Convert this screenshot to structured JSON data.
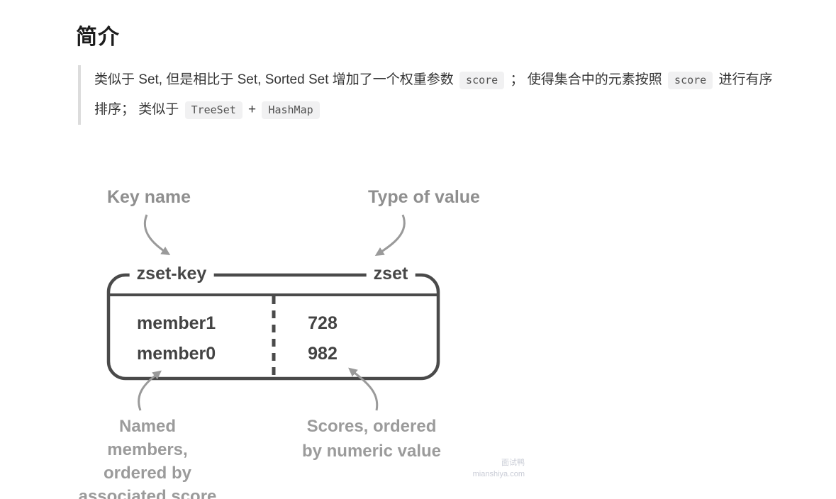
{
  "heading": {
    "text": "简介"
  },
  "intro": {
    "lines": [
      {
        "segments": [
          {
            "type": "text",
            "v": "类似于 Set, 但是相比于 Set, Sorted Set 增加了一个权重参数 "
          },
          {
            "type": "code",
            "v": "score"
          },
          {
            "type": "text",
            "v": " ； 使得集合中的元素按照 "
          },
          {
            "type": "code",
            "v": "score"
          },
          {
            "type": "text",
            "v": " 进行有序"
          }
        ]
      },
      {
        "segments": [
          {
            "type": "text",
            "v": "排序； 类似于 "
          },
          {
            "type": "code",
            "v": "TreeSet"
          },
          {
            "type": "text",
            "v": " + "
          },
          {
            "type": "code",
            "v": "HashMap"
          }
        ]
      }
    ]
  },
  "diagram": {
    "key_label": "Key name",
    "type_label": "Type of value",
    "key_name": "zset-key",
    "value_type": "zset",
    "rows": [
      {
        "member": "member1",
        "score": "728"
      },
      {
        "member": "member0",
        "score": "982"
      }
    ],
    "members_caption": "Named members,\nordered by\nassociated score",
    "scores_caption": "Scores, ordered\nby numeric value"
  },
  "watermark": {
    "line1": "面试鸭",
    "line2": "mianshiya.com"
  },
  "colors": {
    "diagram_stroke": "#4a4a4a",
    "arrow_gray": "#9a9a9a",
    "label_gray": "#8f8f8f",
    "code_chip_bg": "#f1f1f2",
    "quote_border": "#dcdcdc"
  }
}
